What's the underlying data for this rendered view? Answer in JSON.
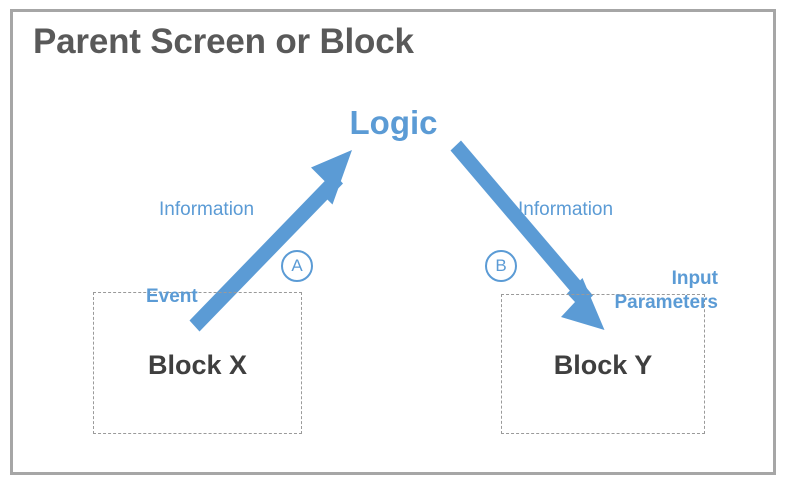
{
  "diagram": {
    "title": "Parent Screen or Block",
    "center_label": "Logic",
    "colors": {
      "accent_blue": "#5b9bd5",
      "title_gray": "#595959",
      "block_text_gray": "#3f3f3f",
      "frame_gray": "#a6a6a6",
      "dashed_gray": "#9a9a9a",
      "background": "#ffffff"
    },
    "frame": {
      "name": "parent-container",
      "style": "solid-gray-border"
    },
    "blocks": [
      {
        "id": "block-x",
        "label": "Block X",
        "border_style": "dashed",
        "port_label": "Event"
      },
      {
        "id": "block-y",
        "label": "Block Y",
        "border_style": "dashed",
        "port_label": "Input\nParameters",
        "port_label_line1": "Input",
        "port_label_line2": "Parameters"
      }
    ],
    "flows": [
      {
        "id": "flow-a",
        "marker": "A",
        "label": "Information",
        "from": "Block X",
        "to": "Logic",
        "direction": "up-right"
      },
      {
        "id": "flow-b",
        "marker": "B",
        "label": "Information",
        "from": "Logic",
        "to": "Block Y",
        "direction": "down-right"
      }
    ],
    "markers": [
      {
        "id": "marker-a",
        "text": "A"
      },
      {
        "id": "marker-b",
        "text": "B"
      }
    ]
  }
}
